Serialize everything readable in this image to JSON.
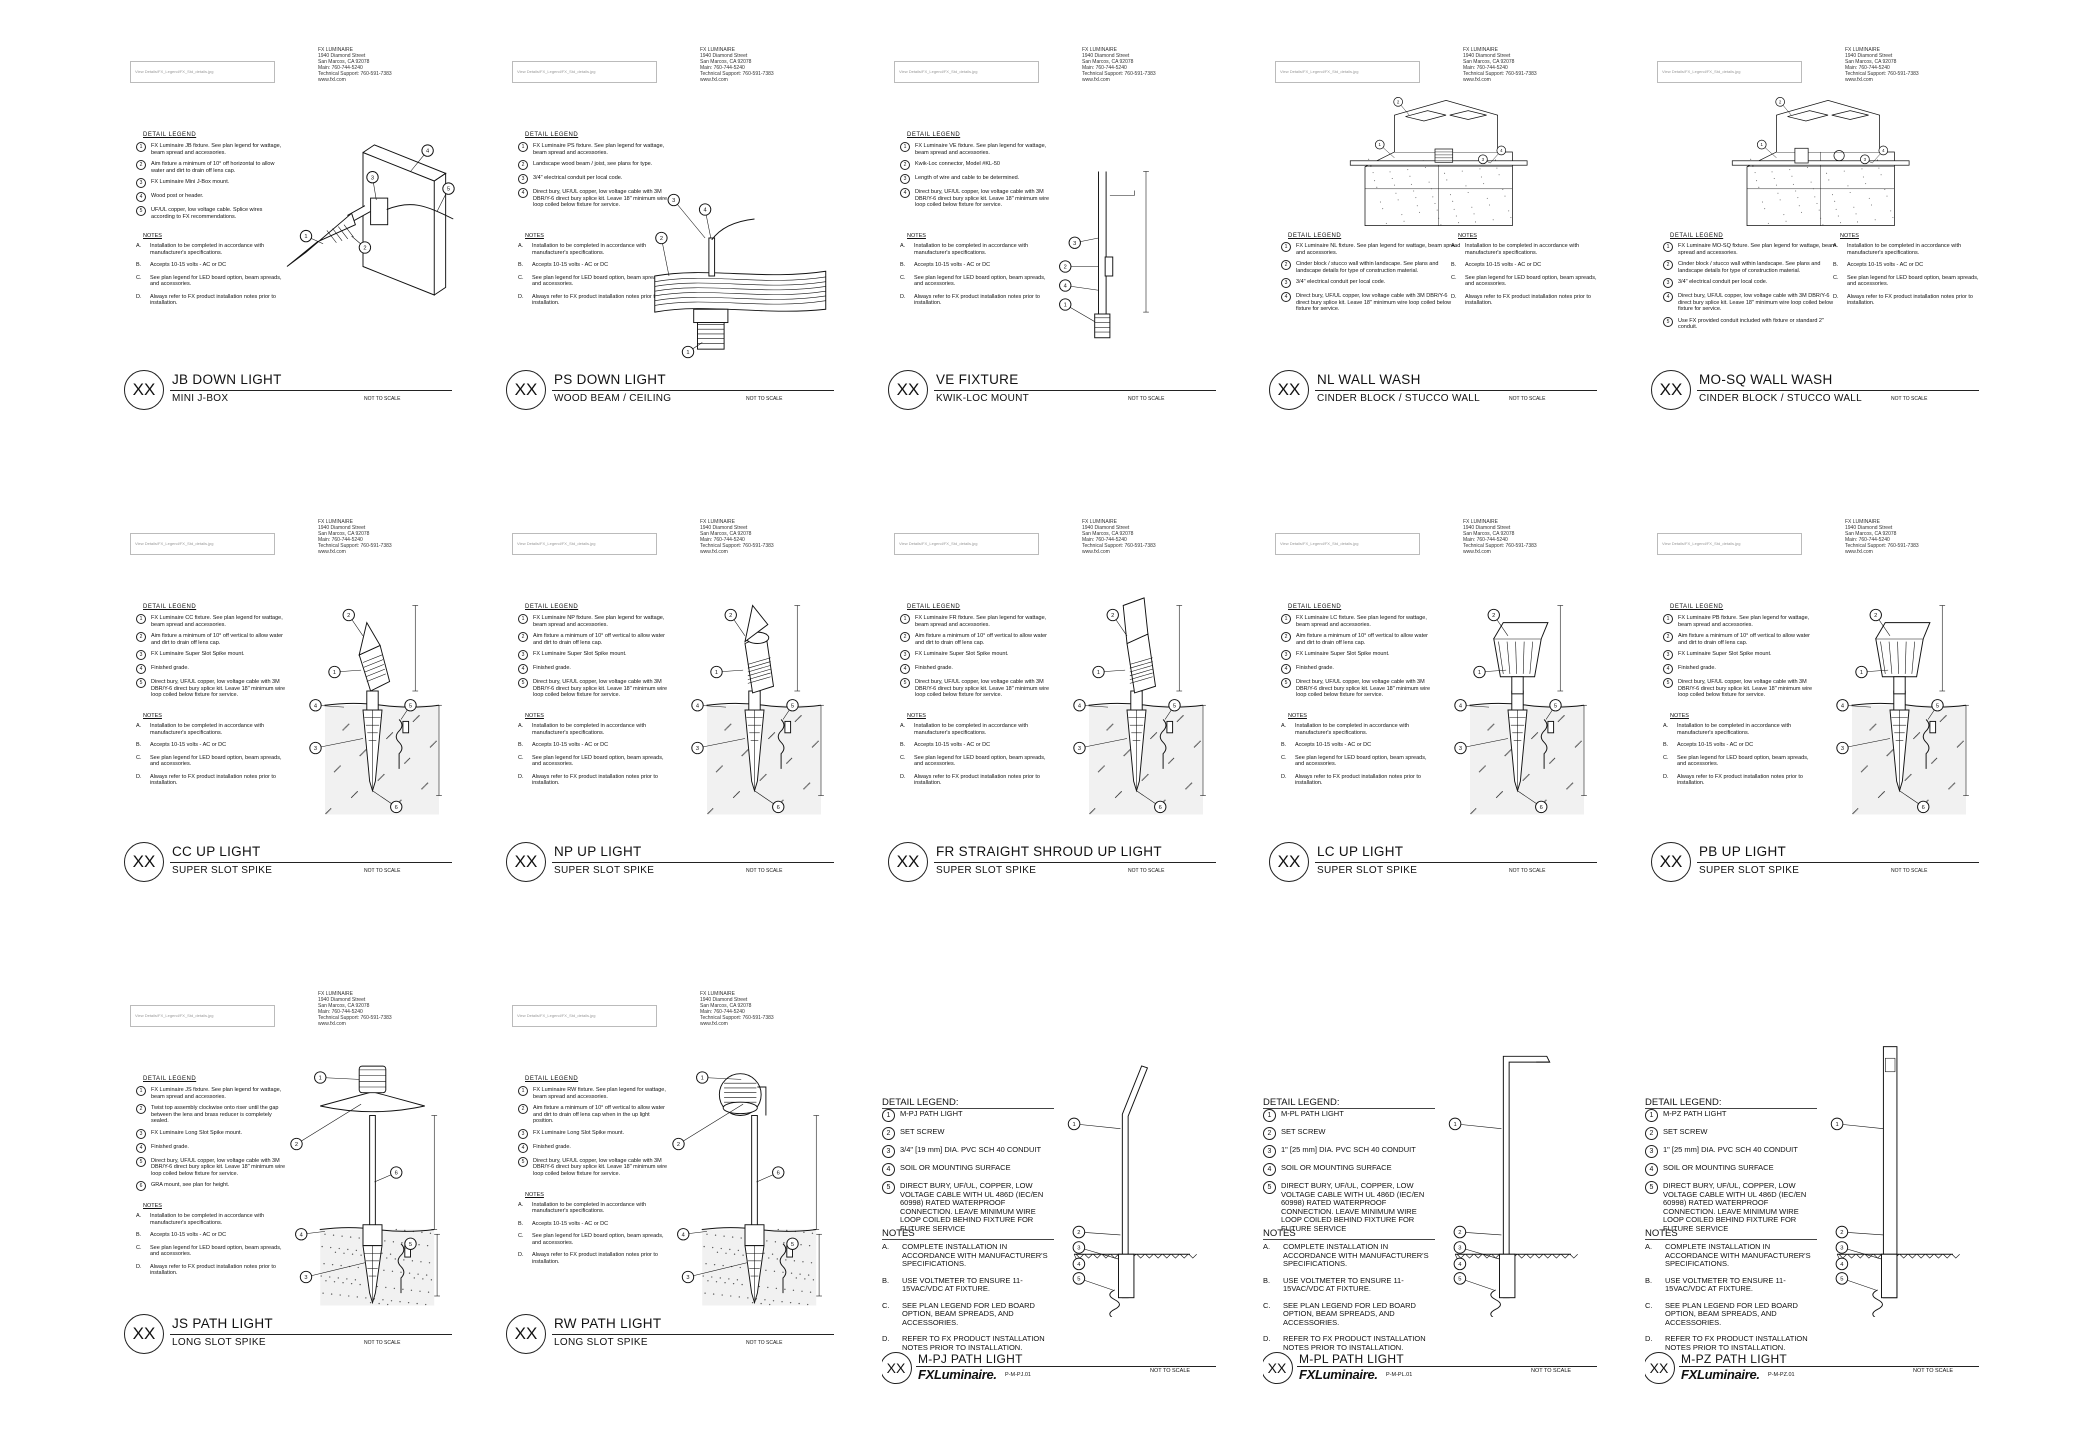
{
  "common": {
    "xx": "XX",
    "not_to_scale": "NOT TO SCALE",
    "detail_legend": "DETAIL LEGEND",
    "notes": "NOTES",
    "logo_placeholder": "View Details/FX_Legend/FX_Std_details.jpg",
    "address": "FX LUMINAIRE\n1940 Diamond Street\nSan Marcos, CA 92078\nMain: 760-744-5240\nTechnical Support: 760-591-7383\nwww.fxl.com",
    "std_notes": [
      {
        "l": "A.",
        "t": "Installation to be completed in accordance with manufacturer's specifications."
      },
      {
        "l": "B.",
        "t": "Accepts 10-15 volts - AC or DC"
      },
      {
        "l": "C.",
        "t": "See plan legend for LED board option, beam spreads, and accessories."
      },
      {
        "l": "D.",
        "t": "Always refer to FX product installation notes prior to installation."
      }
    ],
    "caps_notes": [
      {
        "l": "A.",
        "t": "COMPLETE INSTALLATION IN ACCORDANCE WITH MANUFACTURER'S SPECIFICATIONS."
      },
      {
        "l": "B.",
        "t": "USE VOLTMETER TO ENSURE 11-15VAC/VDC AT FIXTURE."
      },
      {
        "l": "C.",
        "t": "SEE PLAN LEGEND FOR LED BOARD OPTION, BEAM SPREADS, AND ACCESSORIES."
      },
      {
        "l": "D.",
        "t": "REFER TO FX PRODUCT INSTALLATION NOTES PRIOR TO INSTALLATION."
      }
    ],
    "brand": "FXLuminaire.",
    "detail_legend_caps": "DETAIL LEGEND:",
    "notes_caps": "NOTES"
  },
  "panels": [
    {
      "title": "JB DOWN LIGHT",
      "subtitle": "MINI J-BOX",
      "kind": "jb",
      "legend": [
        "FX Luminaire JB fixture. See plan legend for wattage, beam spread and accessories.",
        "Aim fixture a minimum of 10° off horizontal to allow water and dirt to drain off lens cap.",
        "FX Luminaire Mini J-Box mount.",
        "Wood post or header.",
        "UF/UL copper, low voltage cable. Splice wires according to FX recommendations."
      ]
    },
    {
      "title": "PS DOWN LIGHT",
      "subtitle": "WOOD BEAM / CEILING",
      "kind": "ps",
      "legend": [
        "FX Luminaire PS fixture. See plan legend for wattage, beam spread and accessories.",
        "Landscape wood beam / joist, see plans for type.",
        "3/4\" electrical conduit per local code.",
        "Direct bury, UF/UL copper, low voltage cable with 3M DBR/Y-6 direct bury splice kit. Leave 18\" minimum wire loop coiled below fixture for service."
      ]
    },
    {
      "title": "VE FIXTURE",
      "subtitle": "KWIK-LOC MOUNT",
      "kind": "ve",
      "legend": [
        "FX Luminaire VE fixture. See plan legend for wattage, beam spread and accessories.",
        "Kwik-Loc connector, Model #KL-50",
        "Length of wire and cable to be determined.",
        "Direct bury, UF/UL copper, low voltage cable with 3M DBR/Y-6 direct bury splice kit. Leave 18\" minimum wire loop coiled below fixture for service."
      ]
    },
    {
      "title": "NL WALL WASH",
      "subtitle": "CINDER BLOCK / STUCCO WALL",
      "kind": "nl",
      "legend": [
        "FX Luminaire NL fixture. See plan legend for wattage, beam spread and accessories.",
        "Cinder block / stucco wall within landscape. See plans and landscape details for type of construction material.",
        "3/4\" electrical conduit per local code.",
        "Direct bury, UF/UL copper, low voltage cable with 3M DBR/Y-6 direct bury splice kit. Leave 18\" minimum wire loop coiled below fixture for service."
      ]
    },
    {
      "title": "MO-SQ WALL WASH",
      "subtitle": "CINDER BLOCK / STUCCO WALL",
      "kind": "mo",
      "legend": [
        "FX Luminaire MO-SQ fixture. See plan legend for wattage, beam spread and accessories.",
        "Cinder block / stucco wall within landscape. See plans and landscape details for type of construction material.",
        "3/4\" electrical conduit per local code.",
        "Direct bury, UF/UL copper, low voltage cable with 3M DBR/Y-6 direct bury splice kit. Leave 18\" minimum wire loop coiled below fixture for service.",
        "Use FX provided conduit included with fixture or standard 2\" conduit."
      ]
    },
    {
      "title": "CC UP LIGHT",
      "subtitle": "SUPER SLOT SPIKE",
      "kind": "cc",
      "legend": [
        "FX Luminaire CC fixture. See plan legend for wattage, beam spread and accessories.",
        "Aim fixture a minimum of 10° off vertical to allow water and dirt to drain off lens cap.",
        "FX Luminaire Super Slot Spike mount.",
        "Finished grade.",
        "Direct bury, UF/UL copper, low voltage cable with 3M DBR/Y-6 direct bury splice kit. Leave 18\" minimum wire loop coiled below fixture for service."
      ]
    },
    {
      "title": "NP UP LIGHT",
      "subtitle": "SUPER SLOT SPIKE",
      "kind": "np",
      "legend": [
        "FX Luminaire NP fixture. See plan legend for wattage, beam spread and accessories.",
        "Aim fixture a minimum of 10° off vertical to allow water and dirt to drain off lens cap.",
        "FX Luminaire Super Slot Spike mount.",
        "Finished grade.",
        "Direct bury, UF/UL copper, low voltage cable with 3M DBR/Y-6 direct bury splice kit. Leave 18\" minimum wire loop coiled below fixture for service."
      ]
    },
    {
      "title": "FR STRAIGHT SHROUD UP LIGHT",
      "subtitle": "SUPER SLOT SPIKE",
      "kind": "fr",
      "legend": [
        "FX Luminaire FR fixture. See plan legend for wattage, beam spread and accessories.",
        "Aim fixture a minimum of 10° off vertical to allow water and dirt to drain off lens cap.",
        "FX Luminaire Super Slot Spike mount.",
        "Finished grade.",
        "Direct bury, UF/UL copper, low voltage cable with 3M DBR/Y-6 direct bury splice kit. Leave 18\" minimum wire loop coiled below fixture for service."
      ]
    },
    {
      "title": "LC UP LIGHT",
      "subtitle": "SUPER SLOT SPIKE",
      "kind": "lc",
      "legend": [
        "FX Luminaire LC fixture. See plan legend for wattage, beam spread and accessories.",
        "Aim fixture a minimum of 10° off vertical to allow water and dirt to drain off lens cap.",
        "FX Luminaire Super Slot Spike mount.",
        "Finished grade.",
        "Direct bury, UF/UL copper, low voltage cable with 3M DBR/Y-6 direct bury splice kit. Leave 18\" minimum wire loop coiled below fixture for service."
      ]
    },
    {
      "title": "PB UP LIGHT",
      "subtitle": "SUPER SLOT SPIKE",
      "kind": "pb",
      "legend": [
        "FX Luminaire PB fixture. See plan legend for wattage, beam spread and accessories.",
        "Aim fixture a minimum of 10° off vertical to allow water and dirt to drain off lens cap.",
        "FX Luminaire Super Slot Spike mount.",
        "Finished grade.",
        "Direct bury, UF/UL copper, low voltage cable with 3M DBR/Y-6 direct bury splice kit. Leave 18\" minimum wire loop coiled below fixture for service."
      ]
    },
    {
      "title": "JS PATH LIGHT",
      "subtitle": "LONG SLOT SPIKE",
      "kind": "js",
      "legend": [
        "FX Luminaire JS fixture. See plan legend for wattage, beam spread and accessories.",
        "Twist top assembly clockwise onto riser until the gap between the lens and brass reducer is completely sealed.",
        "FX Luminaire Long Slot Spike mount.",
        "Finished grade.",
        "Direct bury, UF/UL copper, low voltage cable with 3M DBR/Y-6 direct bury splice kit. Leave 18\" minimum wire loop coiled below fixture for service.",
        "GRA mount, see plan for height."
      ]
    },
    {
      "title": "RW PATH LIGHT",
      "subtitle": "LONG SLOT SPIKE",
      "kind": "rw",
      "legend": [
        "FX Luminaire RW fixture. See plan legend for wattage, beam spread and accessories.",
        "Aim fixture a minimum of 10° off vertical to allow water and dirt to drain off lens cap when in the up light position.",
        "FX Luminaire Long Slot Spike mount.",
        "Finished grade.",
        "Direct bury, UF/UL copper, low voltage cable with 3M DBR/Y-6 direct bury splice kit. Leave 18\" minimum wire loop coiled below fixture for service."
      ]
    },
    {
      "title": "M-PJ PATH LIGHT",
      "subtitle": "",
      "kind": "mpj",
      "code": "P-M-PJ.01",
      "legend": [
        "M-PJ PATH LIGHT",
        "SET SCREW",
        "3/4\" [19 mm] DIA. PVC SCH 40 CONDUIT",
        "SOIL OR MOUNTING SURFACE",
        "DIRECT BURY, UF/UL, COPPER, LOW VOLTAGE CABLE WITH UL 486D (IEC/EN 60998) RATED WATERPROOF CONNECTION. LEAVE MINIMUM WIRE LOOP COILED BEHIND FIXTURE FOR FUTURE SERVICE"
      ]
    },
    {
      "title": "M-PL PATH LIGHT",
      "subtitle": "",
      "kind": "mpl",
      "code": "P-M-PL.01",
      "legend": [
        "M-PL PATH LIGHT",
        "SET SCREW",
        "1\" [25 mm] DIA. PVC SCH 40 CONDUIT",
        "SOIL OR MOUNTING SURFACE",
        "DIRECT BURY, UF/UL, COPPER, LOW VOLTAGE CABLE WITH UL 486D (IEC/EN 60998) RATED WATERPROOF CONNECTION. LEAVE MINIMUM WIRE LOOP COILED BEHIND FIXTURE FOR FUTURE SERVICE"
      ]
    },
    {
      "title": "M-PZ PATH LIGHT",
      "subtitle": "",
      "kind": "mpz",
      "code": "P-M-PZ.01",
      "legend": [
        "M-PZ PATH LIGHT",
        "SET SCREW",
        "1\" [25 mm] DIA. PVC SCH 40 CONDUIT",
        "SOIL OR MOUNTING SURFACE",
        "DIRECT BURY, UF/UL, COPPER, LOW VOLTAGE CABLE WITH UL 486D (IEC/EN 60998) RATED WATERPROOF CONNECTION. LEAVE MINIMUM WIRE LOOP COILED BEHIND FIXTURE FOR FUTURE SERVICE"
      ]
    }
  ]
}
